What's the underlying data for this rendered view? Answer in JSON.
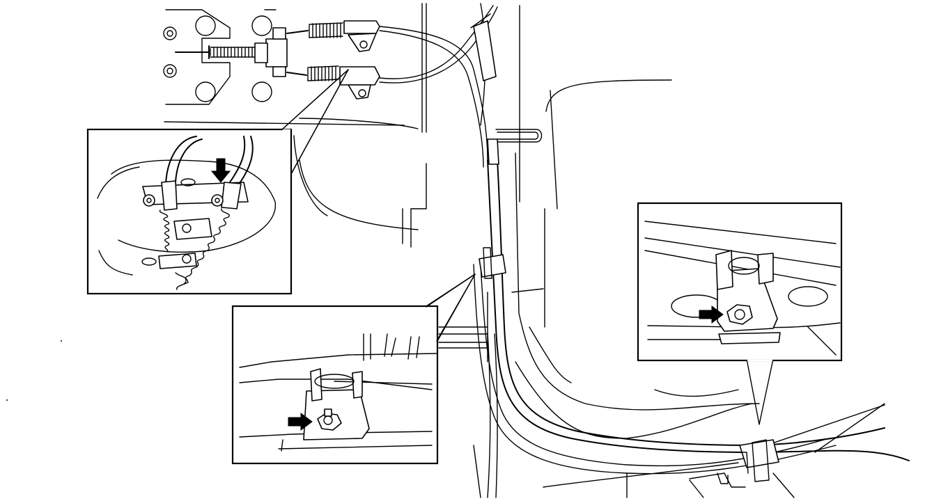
{
  "diagram": {
    "components": [
      "parking-brake-equalizer",
      "left-rear-brake-cable",
      "right-rear-brake-cable",
      "cable-clamp-front",
      "cable-clamp-rear"
    ],
    "detail_views": [
      {
        "name": "equalizer-detail",
        "arrow_count": 1
      },
      {
        "name": "front-clamp-detail",
        "arrow_count": 1
      },
      {
        "name": "rear-clamp-detail",
        "arrow_count": 1
      }
    ],
    "line_color": "#000000",
    "background_color": "#ffffff"
  }
}
